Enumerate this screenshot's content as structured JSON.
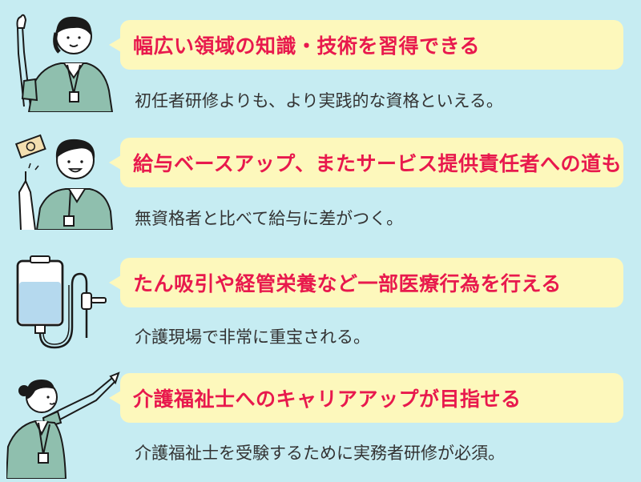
{
  "items": [
    {
      "headline": "幅広い領域の知識・技術を習得できる",
      "sub": "初任者研修よりも、より実践的な資格といえる。",
      "icon": "female-caregiver-pointing-up-icon"
    },
    {
      "headline": "給与ベースアップ、またサービス提供責任者への道も",
      "sub": "無資格者と比べて給与に差がつく。",
      "icon": "male-caregiver-with-money-icon"
    },
    {
      "headline": "たん吸引や経管栄養など一部医療行為を行える",
      "sub": "介護現場で非常に重宝される。",
      "icon": "iv-drip-bag-icon"
    },
    {
      "headline": "介護福祉士へのキャリアアップが目指せる",
      "sub": "介護福祉士を受験するために実務者研修が必須。",
      "icon": "female-caregiver-pointing-forward-icon"
    }
  ],
  "colors": {
    "background": "#c6ecf2",
    "bubble": "#fdf8bc",
    "headline": "#e8194d",
    "sub": "#333333",
    "uniform": "#8fbfae"
  }
}
